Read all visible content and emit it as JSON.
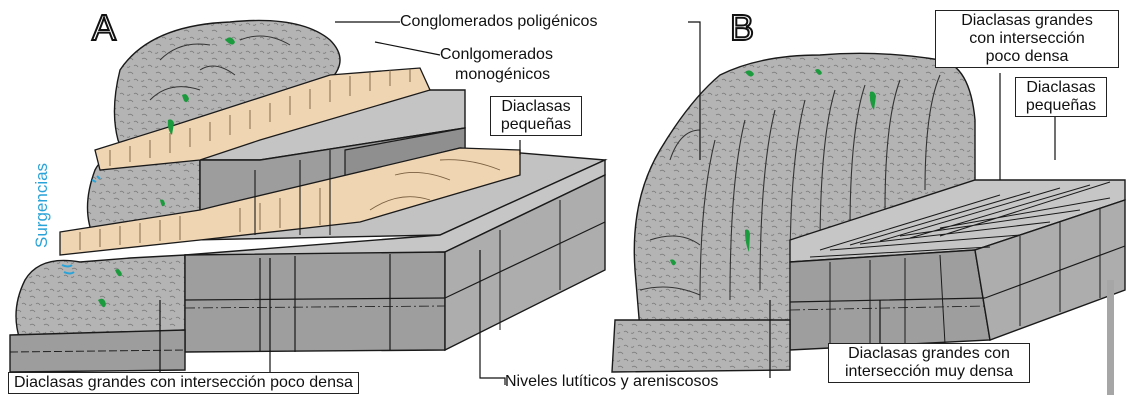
{
  "panels": {
    "a": {
      "letter": "A"
    },
    "b": {
      "letter": "B"
    }
  },
  "labels": {
    "conglomerados_poligenicos": "Conglomerados poligénicos",
    "conglomerados_monogenicos_1": "Conlgomerados",
    "conglomerados_monogenicos_2": "monogénicos",
    "diaclasas_pequenas_a_1": "Diaclasas",
    "diaclasas_pequenas_a_2": "pequeñas",
    "surgencias": "Surgencias",
    "diaclasas_grandes_poco_densa_a": "Diaclasas grandes con intersección poco densa",
    "niveles_lutiticos": "Niveles lutíticos y areniscosos",
    "diaclasas_grandes_b_1": "Diaclasas grandes",
    "diaclasas_grandes_b_2": "con intersección",
    "diaclasas_grandes_b_3": "poco densa",
    "diaclasas_pequenas_b_1": "Diaclasas",
    "diaclasas_pequenas_b_2": "pequeñas",
    "diaclasas_muy_densa_1": "Diaclasas grandes con",
    "diaclasas_muy_densa_2": "intersección muy densa"
  },
  "colors": {
    "rock_top": "#c4c4c4",
    "rock_front": "#9d9d9d",
    "rock_side": "#aeaeae",
    "conglomerate_band": "#f0d5b3",
    "vegetation": "#1c9a3e",
    "water": "#2aa3d8",
    "outline": "#1a1a1a",
    "scale_bar": "#a6a6a6"
  }
}
